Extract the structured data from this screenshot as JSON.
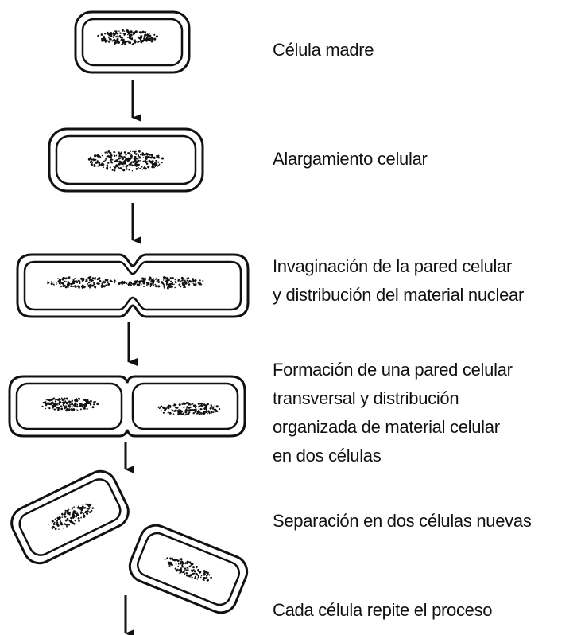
{
  "steps": [
    {
      "lines": [
        "Célula madre"
      ]
    },
    {
      "lines": [
        "Alargamiento celular"
      ]
    },
    {
      "lines": [
        "Invaginación de la pared celular",
        "y distribución del material nuclear"
      ]
    },
    {
      "lines": [
        "Formación de una pared celular",
        "transversal y distribución",
        "organizada de material celular",
        "en dos células"
      ]
    },
    {
      "lines": [
        "Separación en dos células nuevas"
      ]
    },
    {
      "lines": [
        "Cada célula repite el proceso"
      ]
    }
  ],
  "colors": {
    "ink": "#111111",
    "background": "#ffffff"
  }
}
